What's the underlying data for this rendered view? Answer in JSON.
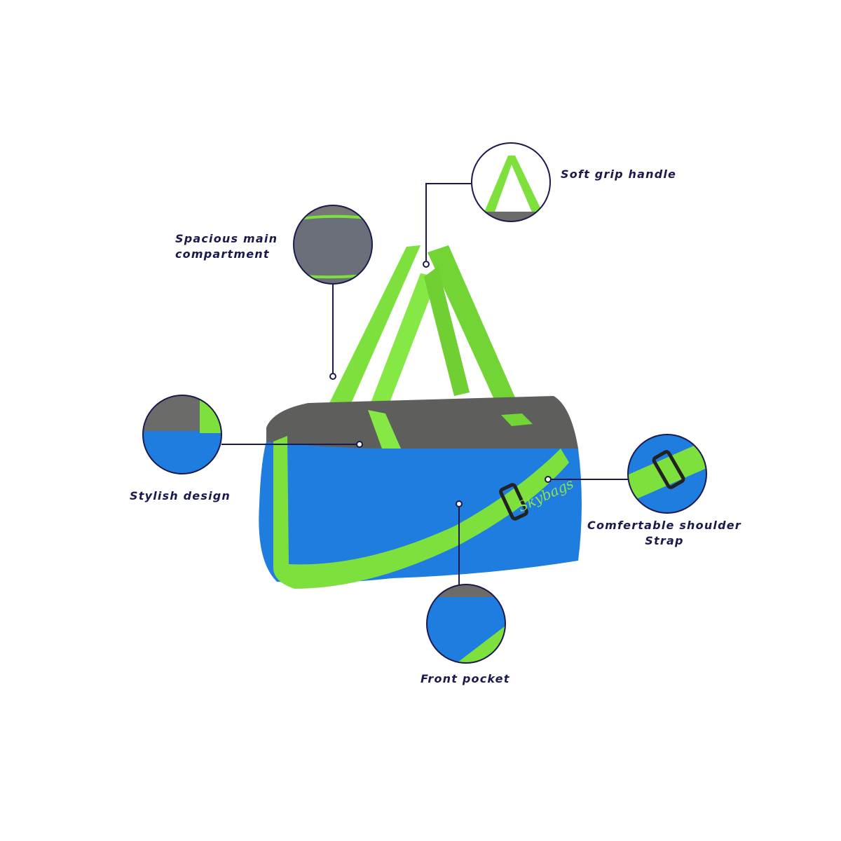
{
  "callouts": {
    "handle": {
      "label": "Soft grip handle"
    },
    "compartment": {
      "line1": "Spacious main",
      "line2": "compartment"
    },
    "design": {
      "label": "Stylish design"
    },
    "strap": {
      "line1": "Comfertable shoulder",
      "line2": "Strap"
    },
    "pocket": {
      "label": "Front pocket"
    }
  },
  "logo_text": "Skybags",
  "colors": {
    "blue": "#1f7de0",
    "green": "#7ee03c",
    "grey": "#5e5f5c",
    "navy": "#1a1a4e"
  }
}
